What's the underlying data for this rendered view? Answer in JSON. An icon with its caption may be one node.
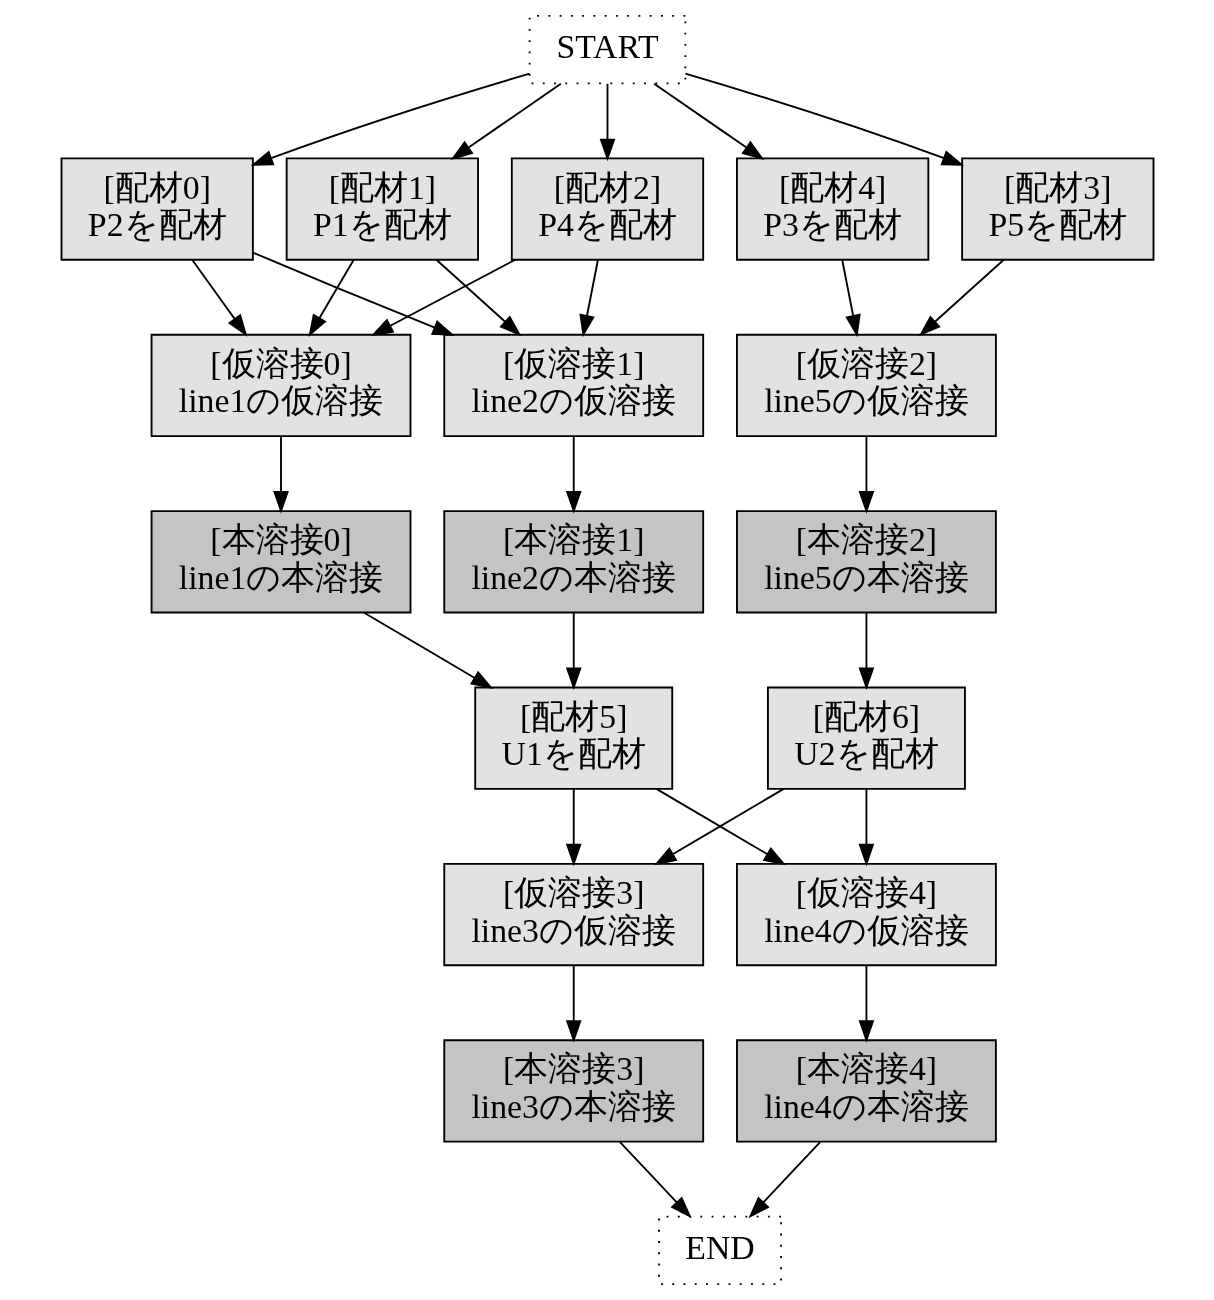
{
  "diagram": {
    "nodes": [
      {
        "text": [
          "START"
        ]
      },
      {
        "text": [
          "[配材0]",
          "P2を配材"
        ]
      },
      {
        "text": [
          "[配材1]",
          "P1を配材"
        ]
      },
      {
        "text": [
          "[配材2]",
          "P4を配材"
        ]
      },
      {
        "text": [
          "[配材3]",
          "P5を配材"
        ]
      },
      {
        "text": [
          "[配材4]",
          "P3を配材"
        ]
      },
      {
        "text": [
          "[仮溶接0]",
          "line1の仮溶接"
        ]
      },
      {
        "text": [
          "[仮溶接1]",
          "line2の仮溶接"
        ]
      },
      {
        "text": [
          "[仮溶接2]",
          "line5の仮溶接"
        ]
      },
      {
        "text": [
          "[本溶接0]",
          "line1の本溶接"
        ]
      },
      {
        "text": [
          "[本溶接1]",
          "line2の本溶接"
        ]
      },
      {
        "text": [
          "[本溶接2]",
          "line5の本溶接"
        ]
      },
      {
        "text": [
          "[配材5]",
          "U1を配材"
        ]
      },
      {
        "text": [
          "[配材6]",
          "U2を配材"
        ]
      },
      {
        "text": [
          "[仮溶接3]",
          "line3の仮溶接"
        ]
      },
      {
        "text": [
          "[仮溶接4]",
          "line4の仮溶接"
        ]
      },
      {
        "text": [
          "[本溶接3]",
          "line3の本溶接"
        ]
      },
      {
        "text": [
          "[本溶接4]",
          "line4の本溶接"
        ]
      },
      {
        "text": [
          "END"
        ]
      }
    ],
    "edges": [
      {
        "from": 0,
        "to": 1,
        "arrow": "to"
      },
      {
        "from": 0,
        "to": 2,
        "arrow": "to"
      },
      {
        "from": 0,
        "to": 3,
        "arrow": "to"
      },
      {
        "from": 0,
        "to": 4,
        "arrow": "to"
      },
      {
        "from": 0,
        "to": 5,
        "arrow": "to"
      },
      {
        "from": 1,
        "to": 6,
        "arrow": "to"
      },
      {
        "from": 1,
        "to": 7,
        "arrow": "to"
      },
      {
        "from": 2,
        "to": 6,
        "arrow": "to"
      },
      {
        "from": 2,
        "to": 7,
        "arrow": "to"
      },
      {
        "from": 3,
        "to": 6,
        "arrow": "to"
      },
      {
        "from": 3,
        "to": 7,
        "arrow": "to"
      },
      {
        "from": 4,
        "to": 8,
        "arrow": "to"
      },
      {
        "from": 5,
        "to": 8,
        "arrow": "to"
      },
      {
        "from": 6,
        "to": 9,
        "arrow": "to"
      },
      {
        "from": 7,
        "to": 10,
        "arrow": "to"
      },
      {
        "from": 8,
        "to": 11,
        "arrow": "to"
      },
      {
        "from": 9,
        "to": 12,
        "arrow": "to"
      },
      {
        "from": 10,
        "to": 12,
        "arrow": "to"
      },
      {
        "from": 11,
        "to": 13,
        "arrow": "to"
      },
      {
        "from": 12,
        "to": 14,
        "arrow": "to"
      },
      {
        "from": 12,
        "to": 15,
        "arrow": "to"
      },
      {
        "from": 13,
        "to": 14,
        "arrow": "to"
      },
      {
        "from": 13,
        "to": 15,
        "arrow": "to"
      },
      {
        "from": 14,
        "to": 16,
        "arrow": "to"
      },
      {
        "from": 15,
        "to": 17,
        "arrow": "to"
      },
      {
        "from": 16,
        "to": 18,
        "arrow": "to"
      },
      {
        "from": 17,
        "to": 18,
        "arrow": "to"
      }
    ]
  }
}
